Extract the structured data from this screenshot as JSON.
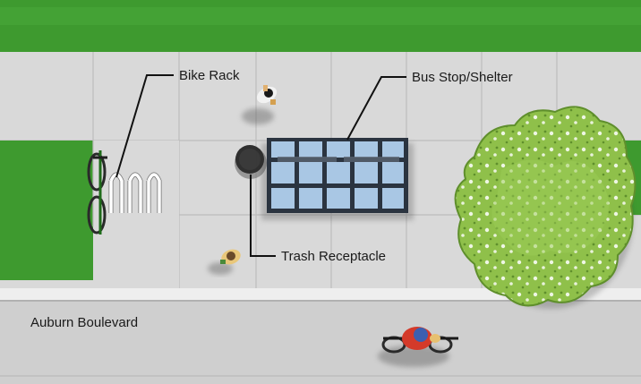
{
  "labels": {
    "bike_rack": "Bike Rack",
    "bus_stop": "Bus Stop/Shelter",
    "trash": "Trash Receptacle",
    "street": "Auburn Boulevard"
  },
  "colors": {
    "grass": "#3e9a2f",
    "grass_dark": "#2f7f22",
    "sidewalk": "#d9d9d9",
    "sidewalk_line": "#bdbdbd",
    "road": "#cfcfcf",
    "curb": "#eeeeee",
    "shelter_frame": "#2b3440",
    "shelter_glass": "#a9c7e4",
    "tree": "#8fc04a",
    "tree_dark": "#5f8f2c",
    "leader_line": "#111111"
  },
  "icons": {
    "bicycle": "bicycle-icon",
    "pedestrian": "pedestrian-icon",
    "cyclist": "cyclist-icon",
    "tree": "tree-icon",
    "trash_can": "trash-can-icon"
  }
}
